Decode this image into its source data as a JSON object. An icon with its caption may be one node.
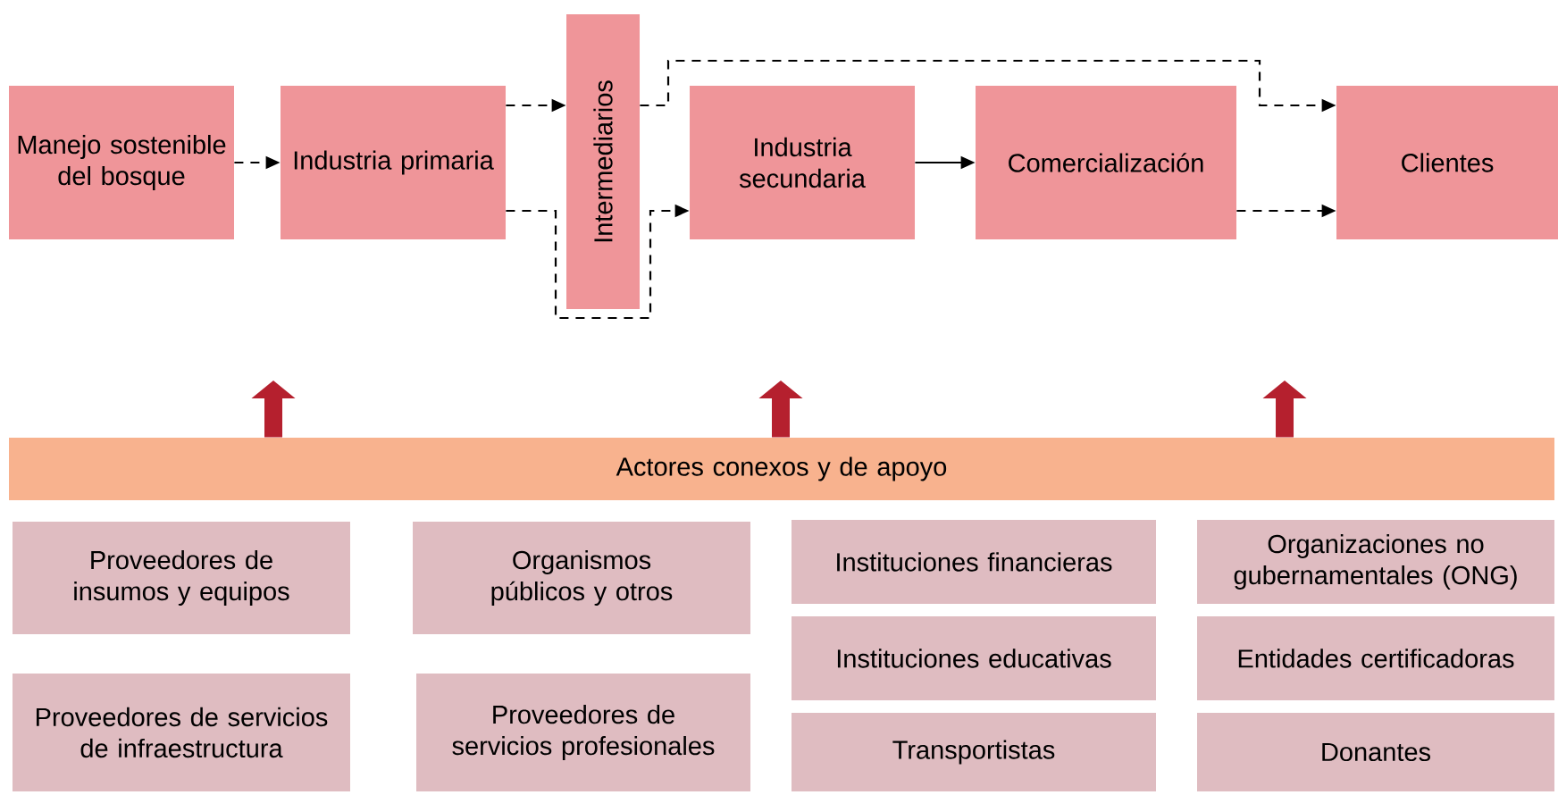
{
  "diagram": {
    "nodes": [
      {
        "text": [
          "Manejo sostenible del bosque"
        ]
      },
      {
        "text": [
          "Industria primaria"
        ]
      },
      {
        "text": [
          "Intermediarios"
        ]
      },
      {
        "text": [
          "Industria secundaria"
        ]
      },
      {
        "text": [
          "Comercialización"
        ]
      },
      {
        "text": [
          "Clientes"
        ]
      },
      {
        "text": [
          "Actores conexos y de apoyo"
        ]
      },
      {
        "text": [
          "Proveedores de insumos y equipos"
        ]
      },
      {
        "text": [
          "Organismos públicos y otros"
        ]
      },
      {
        "text": [
          "Instituciones financieras"
        ]
      },
      {
        "text": [
          "Organizaciones no gubernamentales (ONG)"
        ]
      },
      {
        "text": [
          "Instituciones educativas"
        ]
      },
      {
        "text": [
          "Entidades certificadoras"
        ]
      },
      {
        "text": [
          "Proveedores de servicios de infraestructura"
        ]
      },
      {
        "text": [
          "Proveedores de servicios profesionales"
        ]
      },
      {
        "text": [
          "Transportistas"
        ]
      },
      {
        "text": [
          "Donantes"
        ]
      }
    ],
    "edges": [
      {
        "from": 0,
        "to": 1,
        "arrow": "to",
        "style": "dashed"
      },
      {
        "from": 1,
        "to": 2,
        "arrow": "to",
        "style": "dashed"
      },
      {
        "from": 1,
        "to": 3,
        "arrow": "to",
        "style": "dashed"
      },
      {
        "from": 2,
        "to": 5,
        "arrow": "to",
        "style": "dashed"
      },
      {
        "from": 3,
        "to": 4,
        "arrow": "to"
      },
      {
        "from": 4,
        "to": 5,
        "arrow": "to",
        "style": "dashed"
      },
      {
        "from": 6,
        "to": null,
        "arrow": "to",
        "style": "thick",
        "color": "#b5202e"
      },
      {
        "from": 6,
        "to": null,
        "arrow": "to",
        "style": "thick",
        "color": "#b5202e"
      },
      {
        "from": 6,
        "to": null,
        "arrow": "to",
        "style": "thick",
        "color": "#b5202e"
      }
    ]
  }
}
